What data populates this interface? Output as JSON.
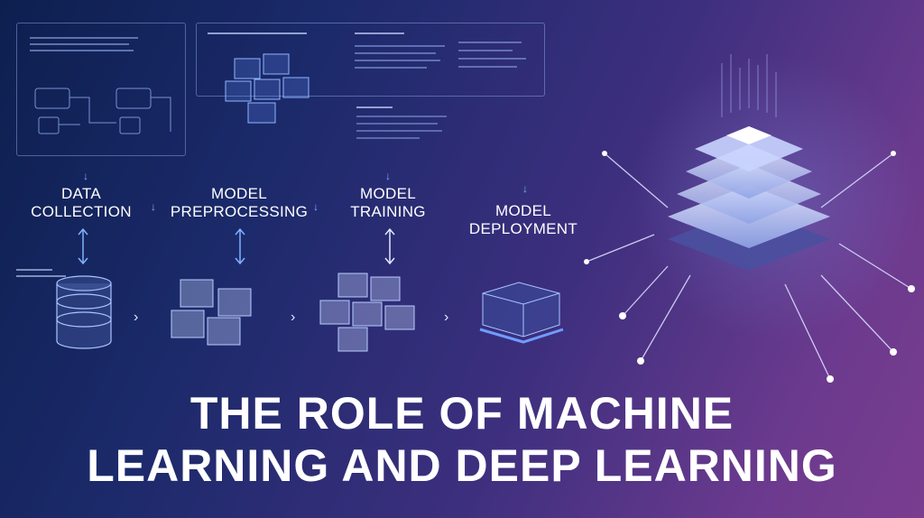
{
  "stages": [
    {
      "line1": "DATA",
      "line2": "COLLECTION"
    },
    {
      "line1": "MODEL",
      "line2": "PREPROCESSING"
    },
    {
      "line1": "MODEL",
      "line2": "TRAINING"
    },
    {
      "line1": "MODEL",
      "line2": "DEPLOYMENT"
    }
  ],
  "title": {
    "line1": "THE ROLE OF MACHINE",
    "line2": "LEARNING AND DEEP LEARNING"
  },
  "colors": {
    "accent": "#7fb2ff",
    "bg_start": "#0d1f4f",
    "bg_end": "#7a3d8f"
  }
}
